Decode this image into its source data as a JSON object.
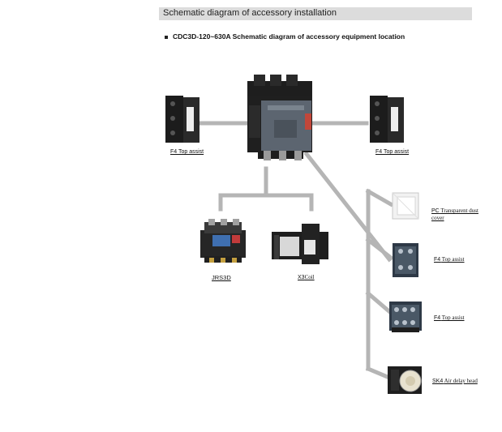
{
  "header": {
    "title": "Schematic diagram of accessory installation",
    "subtitle": "CDC3D-120~630A Schematic diagram of accessory equipment location"
  },
  "labels": {
    "left_top_assist": "F4 Top assist",
    "right_top_assist": "F4 Top assist",
    "jrs3d": "JRS3D",
    "x3coil_prefix": "X3",
    "x3coil_suffix": "Coil",
    "pc_prefix": "PC",
    "pc_suffix_line1": "Transparent dust",
    "pc_suffix_line2": "cover",
    "f4_a_prefix": "F4",
    "f4_a_suffix": "Top assist",
    "f4_b_prefix": "F4",
    "f4_b_suffix": "Top assist",
    "sk4_prefix": "SK4",
    "sk4_suffix": "Air delay head"
  },
  "colors": {
    "title_bar": "#dcdcdc",
    "connector": "#b5b5b5",
    "contactor_body": "#5c6570",
    "device_dark": "#1e1e1e"
  }
}
